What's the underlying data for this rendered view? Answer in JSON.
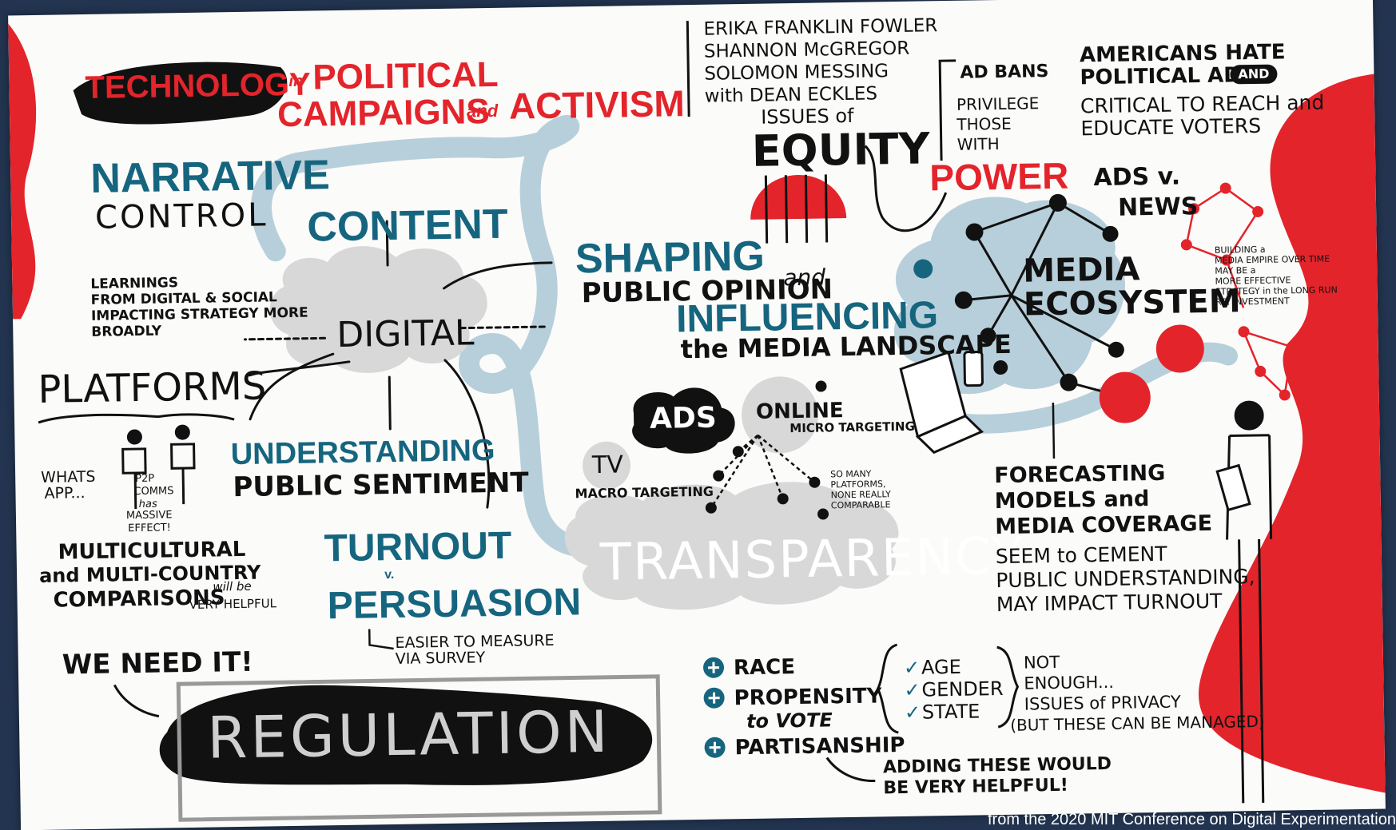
{
  "title": {
    "word1": "TECHNOLOGY",
    "in": "in",
    "word2": "POLITICAL",
    "word3": "CAMPAIGNS",
    "and": "and",
    "word4": "ACTIVISM"
  },
  "speakers": [
    "ERIKA FRANKLIN FOWLER",
    "SHANNON McGREGOR",
    "SOLOMON MESSING"
  ],
  "moderator": "with DEAN ECKLES",
  "narrative_control": {
    "line1": "NARRATIVE",
    "line2": "CONTROL"
  },
  "content": "CONTENT",
  "digital": "DIGITAL",
  "learnings": [
    "LEARNINGS",
    "FROM DIGITAL & SOCIAL",
    "IMPACTING STRATEGY MORE",
    "BROADLY"
  ],
  "platforms": "PLATFORMS",
  "whatsapp": [
    "WHATS",
    "APP..."
  ],
  "p2p": [
    "P2P",
    "COMMS",
    "has",
    "MASSIVE",
    "EFFECT!"
  ],
  "multicultural": [
    "MULTICULTURAL",
    "and MULTI-COUNTRY",
    "COMPARISONS",
    "will be",
    "VERY HELPFUL"
  ],
  "understanding": [
    "UNDERSTANDING",
    "PUBLIC SENTIMENT"
  ],
  "turnout": {
    "word1": "TURNOUT",
    "v": "v.",
    "word2": "PERSUASION",
    "note": [
      "EASIER TO MEASURE",
      "VIA SURVEY"
    ]
  },
  "we_need_it": "WE NEED IT!",
  "regulation": "REGULATION",
  "shaping": {
    "word": "SHAPING",
    "line2": "PUBLIC OPINION",
    "and": "and"
  },
  "influencing": {
    "word": "INFLUENCING",
    "line2": "the MEDIA LANDSCAPE"
  },
  "ads": "ADS",
  "tv": "TV",
  "macro": "MACRO TARGETING",
  "online": "ONLINE",
  "micro": "MICRO TARGETING",
  "so_many": [
    "SO MANY",
    "PLATFORMS,",
    "NONE REALLY",
    "COMPARABLE"
  ],
  "transparency": "TRANSPARENCY",
  "equity": {
    "issues": "ISSUES of",
    "word": "EQUITY"
  },
  "ad_bans": {
    "title": "AD BANS",
    "lines": [
      "PRIVILEGE",
      "THOSE",
      "WITH"
    ],
    "power": "POWER"
  },
  "americans": {
    "line1": "AMERICANS HATE",
    "line2": "POLITICAL ADS",
    "and": "AND",
    "line3": "CRITICAL TO REACH and",
    "line4": "EDUCATE VOTERS"
  },
  "ads_v_news": {
    "line1": "ADS v.",
    "line2": "NEWS"
  },
  "media_ecosystem": [
    "MEDIA",
    "ECOSYSTEM"
  ],
  "building": [
    "BUILDING a",
    "MEDIA EMPIRE OVER TIME",
    "MAY BE a",
    "MORE EFFECTIVE",
    "STRATEGY in the LONG RUN",
    "RE: INVESTMENT"
  ],
  "forecasting": {
    "lines": [
      "FORECASTING",
      "MODELS and",
      "MEDIA COVERAGE"
    ],
    "sub": [
      "SEEM to CEMENT",
      "PUBLIC UNDERSTANDING,",
      "MAY IMPACT TURNOUT"
    ]
  },
  "factors": {
    "plus": [
      "RACE",
      "PROPENSITY",
      "to VOTE",
      "PARTISANSHIP"
    ],
    "checks": [
      "AGE",
      "GENDER",
      "STATE"
    ],
    "not_enough": [
      "NOT",
      "ENOUGH...",
      "ISSUES of PRIVACY",
      "(BUT THESE CAN BE MANAGED)"
    ]
  },
  "adding": [
    "ADDING THESE WOULD",
    "BE VERY HELPFUL!"
  ],
  "footer": "from the 2020 MIT Conference on Digital Experimentation",
  "colors": {
    "red": "#e3242b",
    "teal": "#16657f",
    "lightblue": "#b7cfda",
    "gray": "#d8d8d8",
    "ink": "#111111",
    "frame": "#22344f"
  }
}
